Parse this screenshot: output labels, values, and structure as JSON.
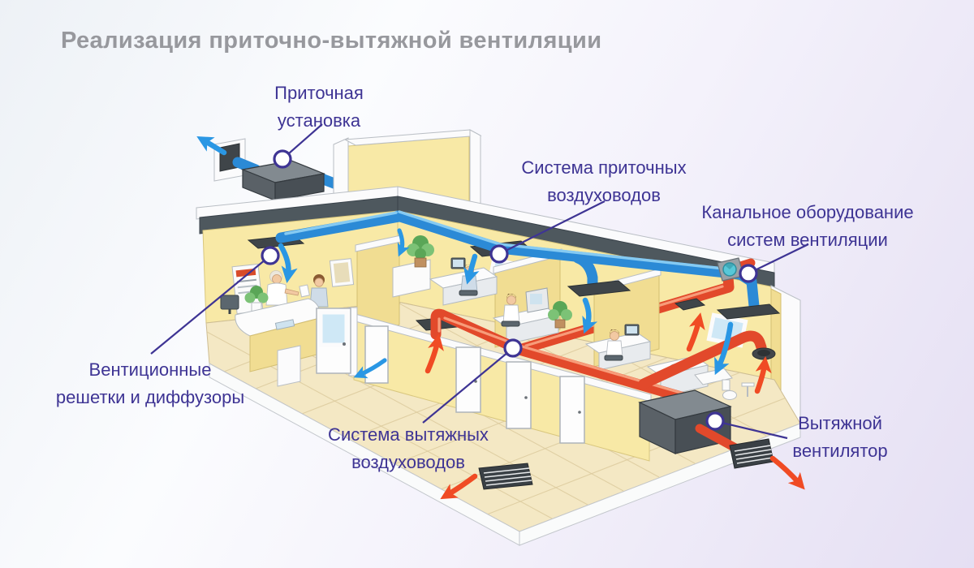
{
  "title": "Реализация приточно-вытяжной вентиляции",
  "callouts": [
    {
      "id": "supply-unit",
      "lines": [
        "Приточная",
        "установка"
      ]
    },
    {
      "id": "supply-duct-system",
      "lines": [
        "Система приточных",
        "воздуховодов"
      ]
    },
    {
      "id": "duct-equipment",
      "lines": [
        "Канальное оборудование",
        "систем вентиляции"
      ]
    },
    {
      "id": "grilles-diffusers",
      "lines": [
        "Вентиционные",
        "решетки и диффузоры"
      ]
    },
    {
      "id": "exhaust-duct-system",
      "lines": [
        "Система вытяжных",
        "воздуховодов"
      ]
    },
    {
      "id": "exhaust-fan",
      "lines": [
        "Вытяжной",
        "вентилятор"
      ]
    }
  ],
  "colors": {
    "title": "#97989d",
    "label": "#3e3494",
    "supply_duct": "#2b8ad6",
    "supply_arrow": "#2a97e4",
    "exhaust_duct": "#e2492b",
    "exhaust_arrow": "#f04b24",
    "wall": "#f8e9a6",
    "roof_slab": "#4e585e",
    "background_start": "#edf1f6",
    "background_end": "#e5dff3"
  }
}
